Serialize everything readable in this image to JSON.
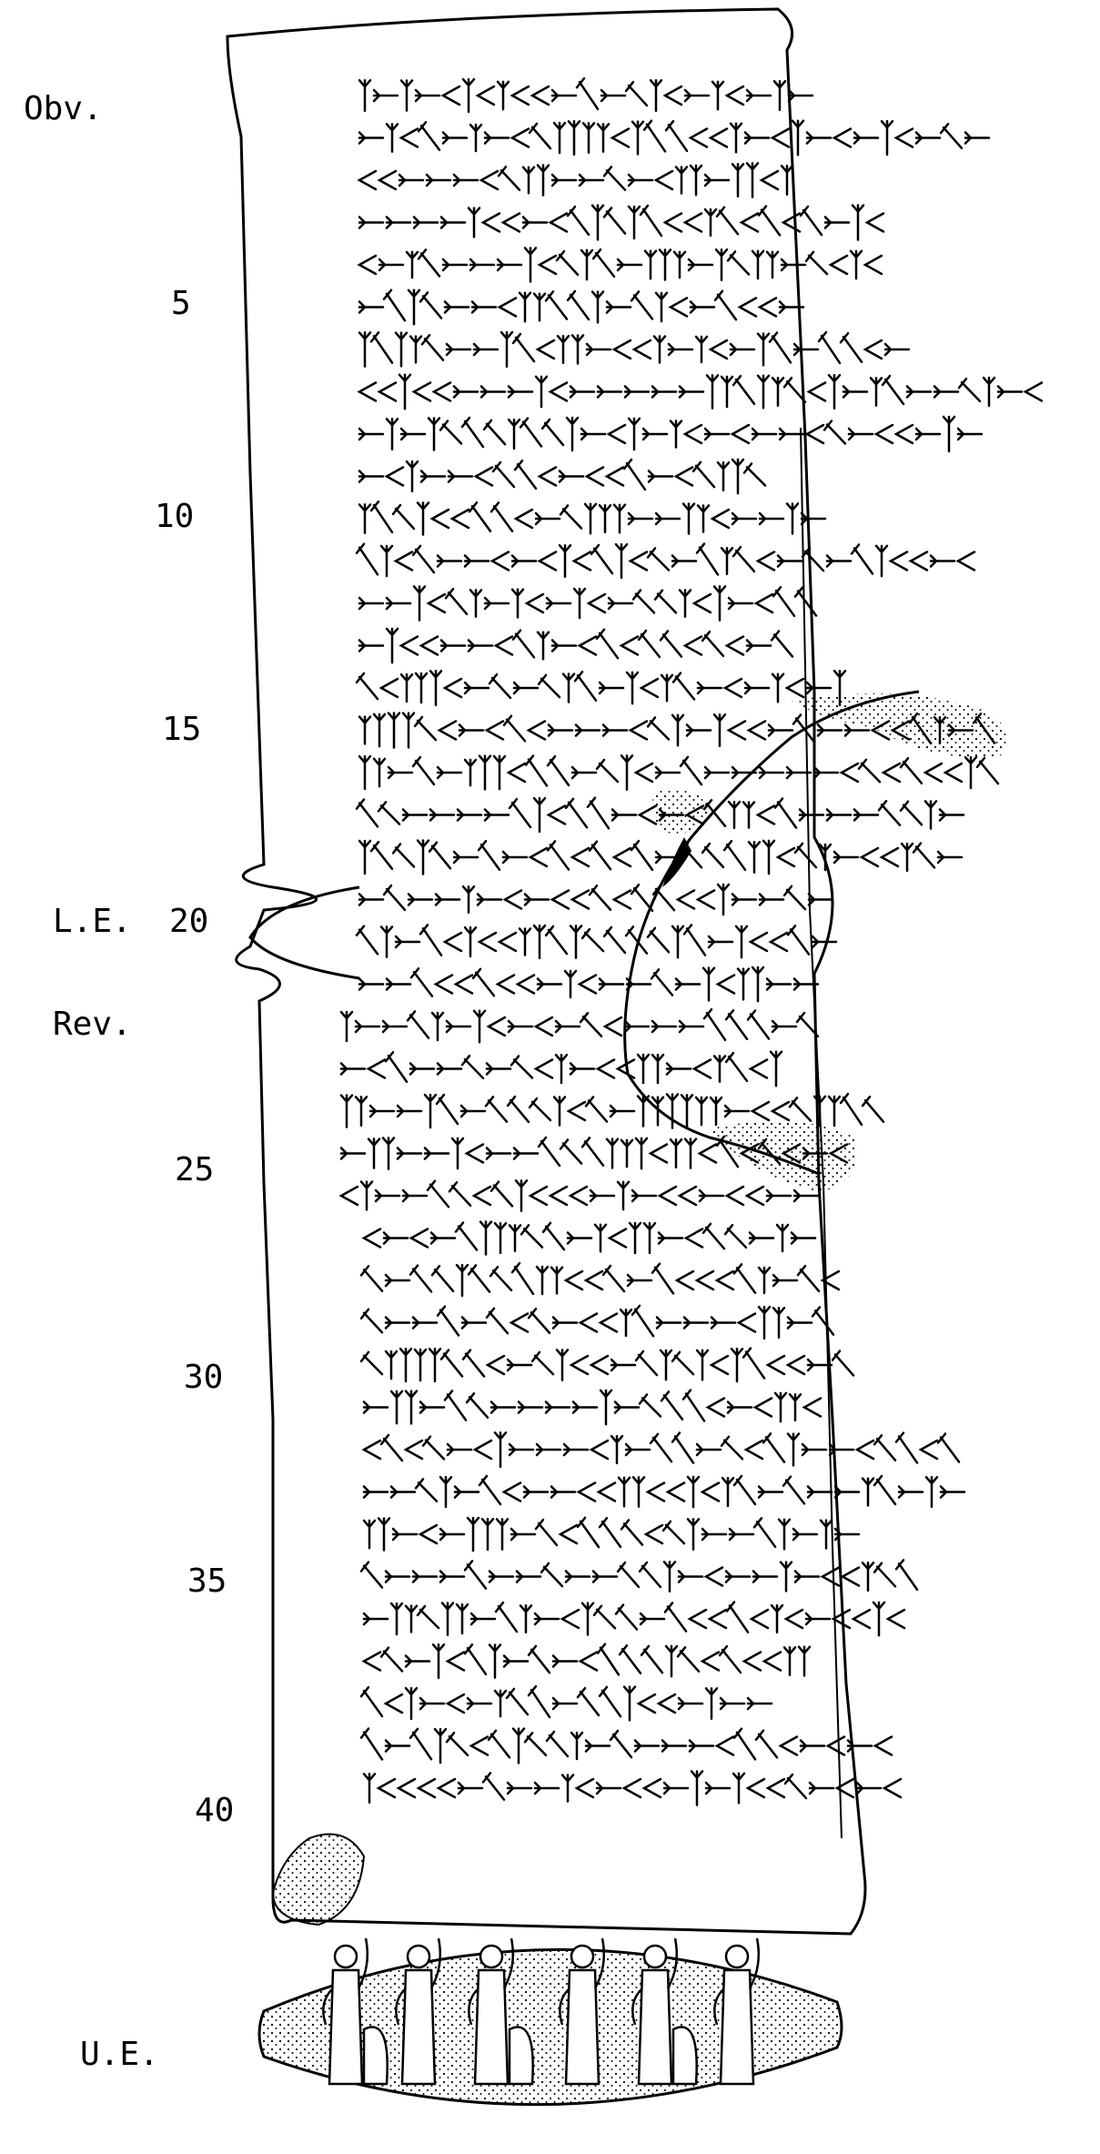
{
  "section_labels": {
    "obverse": "Obv.",
    "left_edge": "L.E.",
    "reverse": "Rev.",
    "upper_edge": "U.E."
  },
  "line_numbers": [
    "5",
    "10",
    "15",
    "20",
    "25",
    "30",
    "35",
    "40"
  ],
  "colors": {
    "ink": "#000000",
    "paper": "#ffffff"
  }
}
